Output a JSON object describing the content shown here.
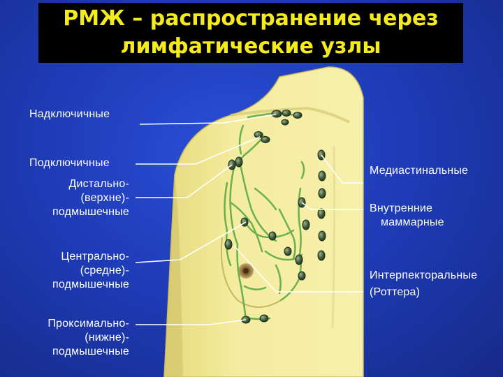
{
  "title": {
    "line1": "РМЖ – распространение через",
    "line2": "лимфатические узлы"
  },
  "labels_left": {
    "supraclavicular": "Надключичные",
    "infraclavicular": "Подключичные",
    "distal": [
      "Дистально-",
      "(верхне)-",
      "подмышечные"
    ],
    "central": [
      "Центрально-",
      "(средне)-",
      "подмышечные"
    ],
    "proximal": [
      "Проксимально-",
      "(нижне)-",
      "подмышечные"
    ]
  },
  "labels_right": {
    "mediastinal": "Медиастинальные",
    "internal_mammary": [
      "Внутренние",
      "маммарные"
    ],
    "interpectoral": [
      "Интерпекторальные",
      "(Роттера)"
    ]
  },
  "colors": {
    "background": "#1f3cb8",
    "title_bg": "#000000",
    "title_text": "#f4ea1c",
    "skin": "#f2ea9a",
    "skin_shadow": "#d8cc6e",
    "vessel": "#6ab04c",
    "node": "#3d5a3a",
    "label_text": "#ffffff",
    "leader_line": "#ffffff"
  }
}
